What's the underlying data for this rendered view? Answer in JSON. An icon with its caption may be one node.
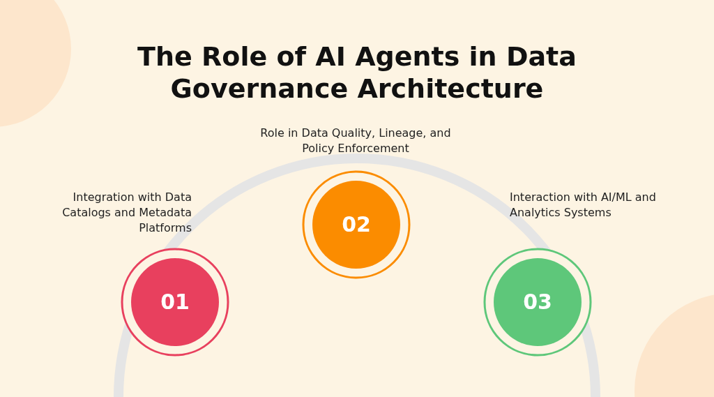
{
  "diagram": {
    "title": "The Role of AI Agents in Data Governance Architecture",
    "nodes": [
      {
        "text": [
          "01"
        ],
        "beside": [
          "Integration with Data Catalogs and Metadata Platforms"
        ]
      },
      {
        "text": [
          "02"
        ],
        "beside": [
          "Role in Data Quality, Lineage, and Policy Enforcement"
        ]
      },
      {
        "text": [
          "03"
        ],
        "beside": [
          "Interaction with AI/ML and Analytics Systems"
        ]
      }
    ]
  }
}
